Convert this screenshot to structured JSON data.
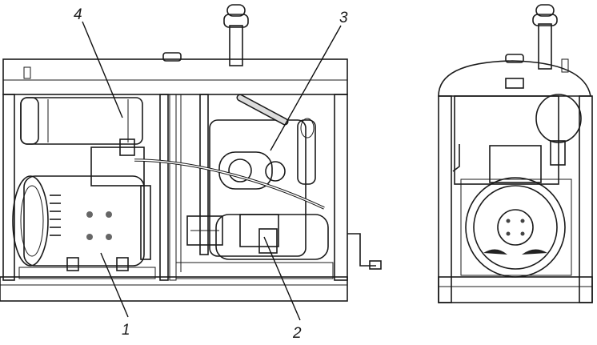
{
  "figure": {
    "callouts": [
      {
        "id": "1",
        "label": "1"
      },
      {
        "id": "2",
        "label": "2"
      },
      {
        "id": "3",
        "label": "3"
      },
      {
        "id": "4",
        "label": "4"
      }
    ],
    "colors": {
      "ink": "#1a1a1a",
      "shade_light": "#e6e6e6",
      "shade_mid": "#bdbdbd",
      "shade_dark": "#7a7a7a"
    }
  }
}
